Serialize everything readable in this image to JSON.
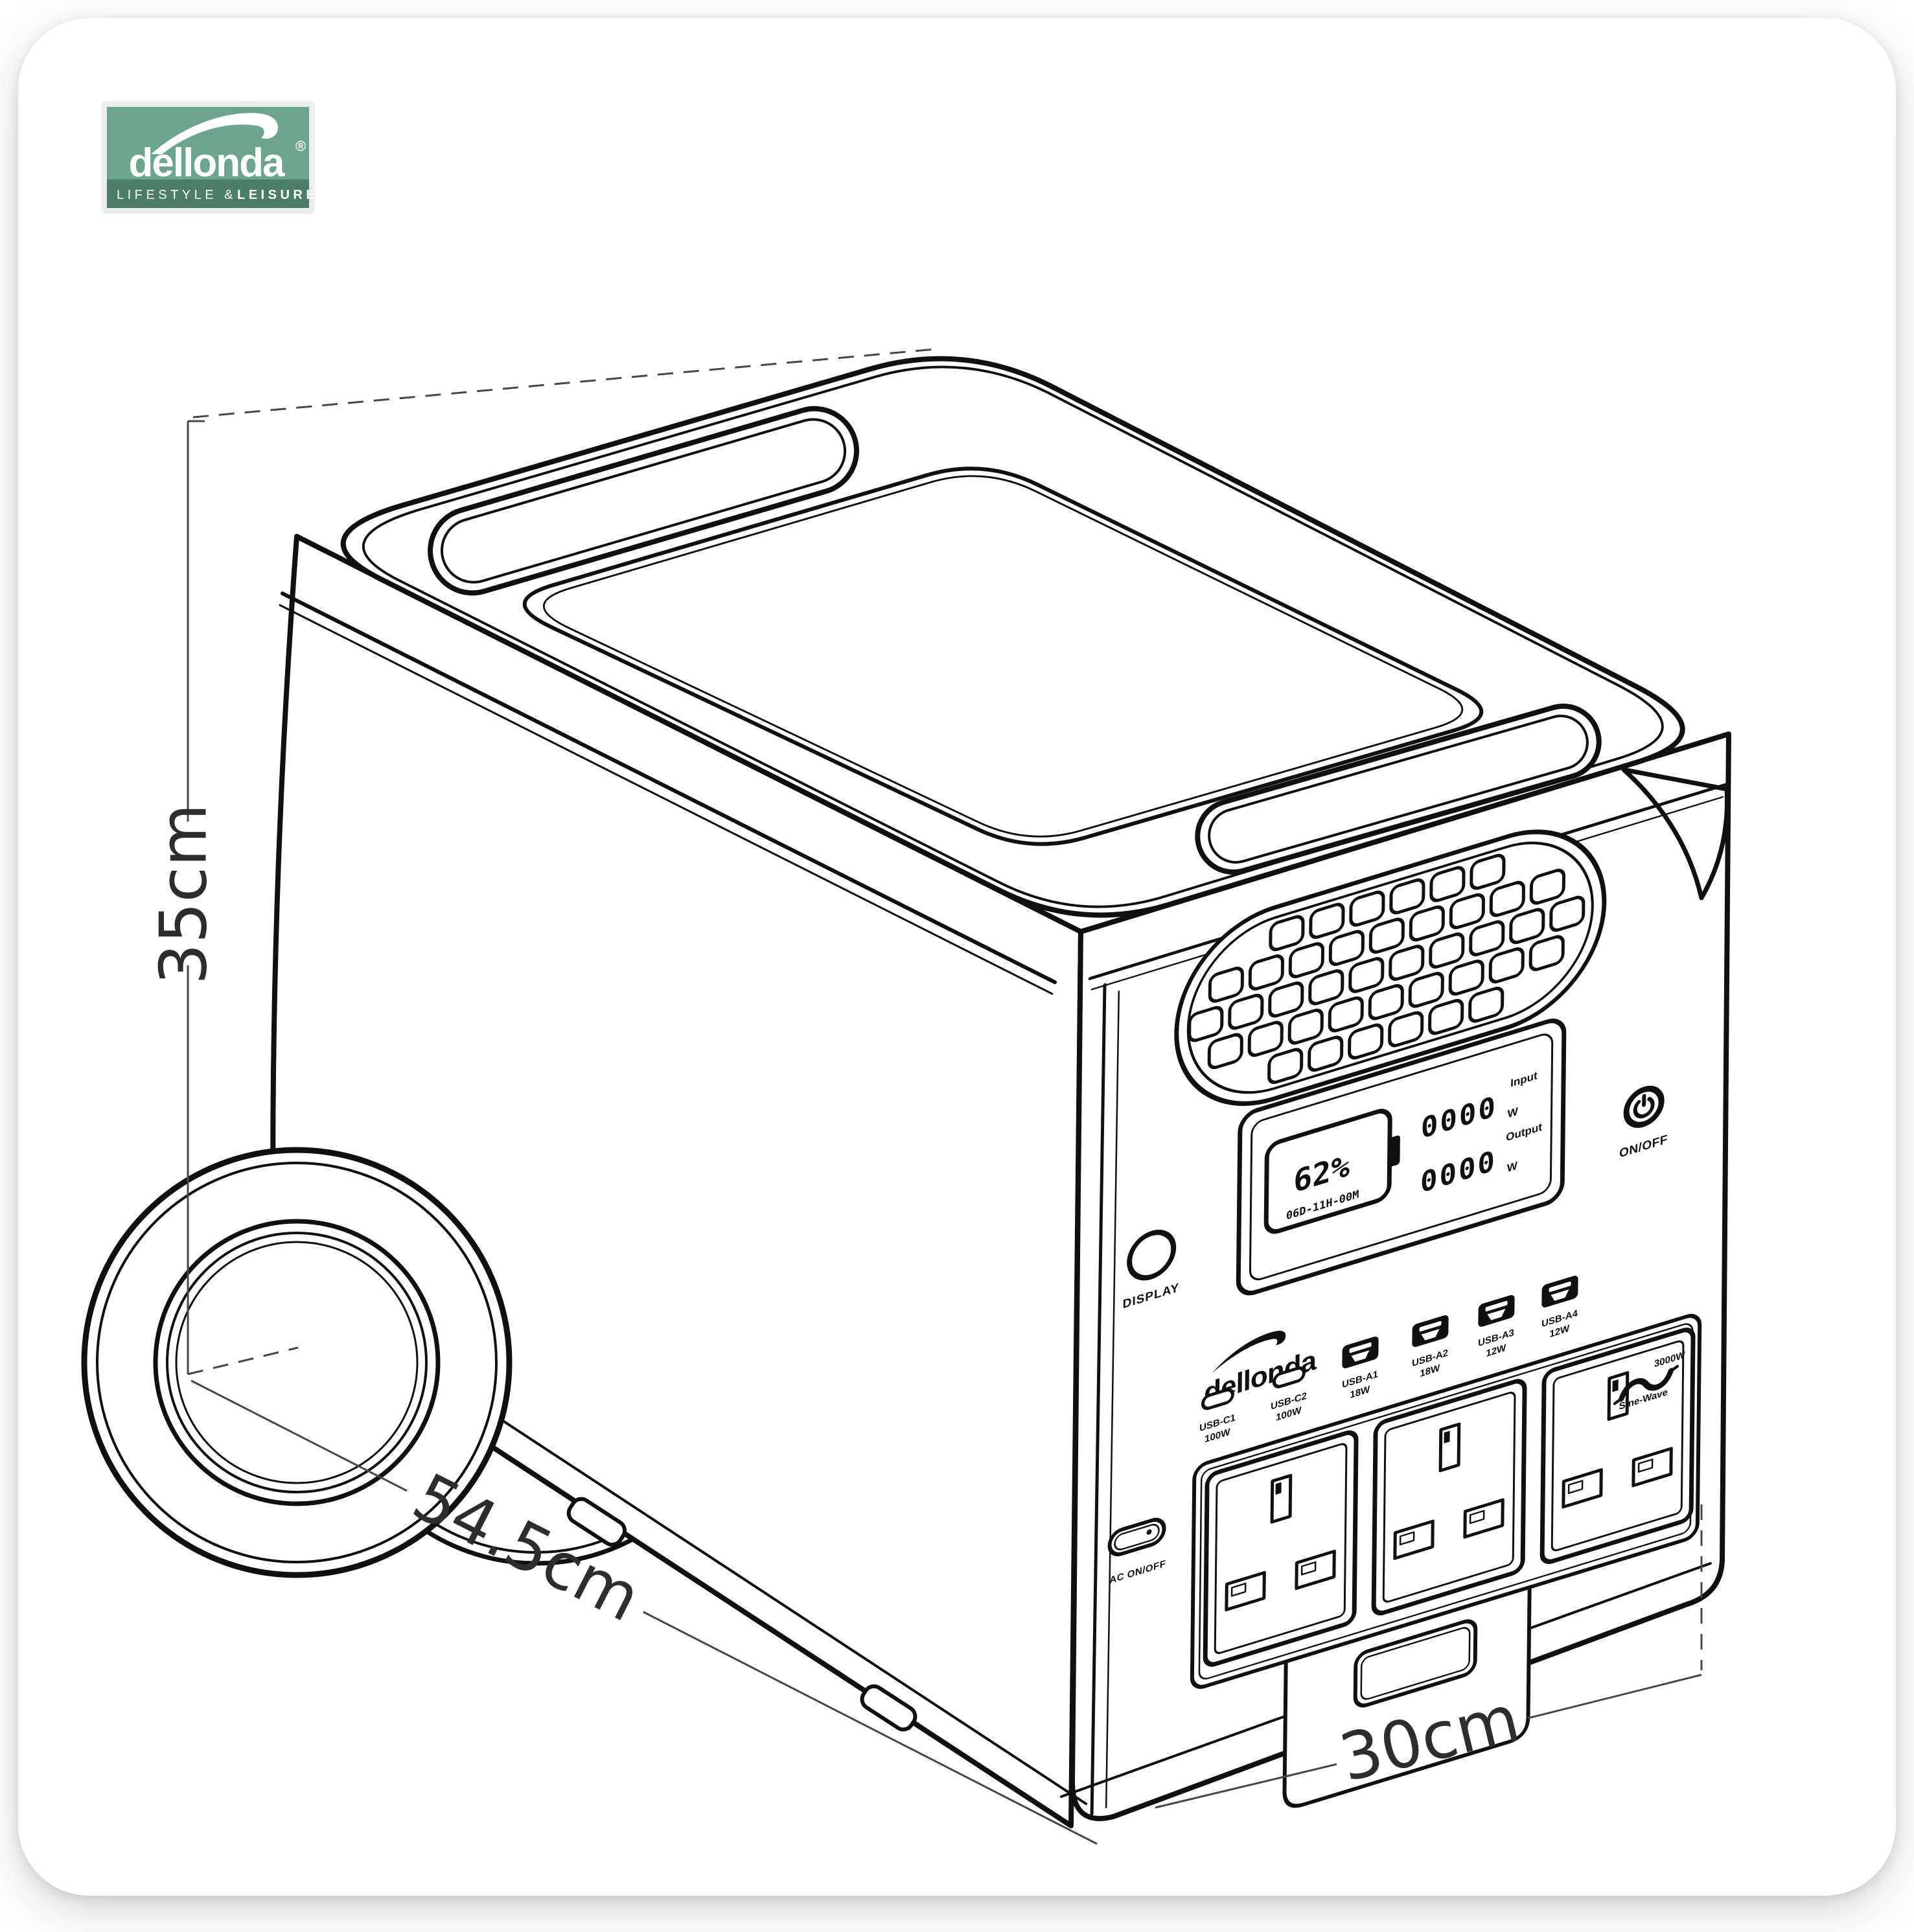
{
  "brand": {
    "name": "dellonda",
    "registered": "®",
    "tagline_light": "LIFESTYLE &",
    "tagline_bold": "LEISURE",
    "colors": {
      "green": "#6CA58C",
      "green_dark": "#4C7D66",
      "text": "#FFFFFF"
    }
  },
  "annotations": {
    "height": "35cm",
    "depth": "54.5cm",
    "width": "30cm"
  },
  "device": {
    "panel_brand": "dellonda",
    "display": {
      "battery_percent": "62%",
      "battery_time": "06D-11H-00M",
      "input_label": "Input",
      "input_value": "0000",
      "input_unit": "W",
      "output_label": "Output",
      "output_value": "0000",
      "output_unit": "W"
    },
    "buttons": {
      "display": "DISPLAY",
      "power": "ON/OFF",
      "ac": "AC ON/OFF"
    },
    "usb_ports": [
      {
        "label": "USB-C1",
        "power": "100W",
        "type": "usb-c"
      },
      {
        "label": "USB-C2",
        "power": "100W",
        "type": "usb-c"
      },
      {
        "label": "USB-A1",
        "power": "18W",
        "type": "usb-a"
      },
      {
        "label": "USB-A2",
        "power": "18W",
        "type": "usb-a"
      },
      {
        "label": "USB-A3",
        "power": "12W",
        "type": "usb-a"
      },
      {
        "label": "USB-A4",
        "power": "12W",
        "type": "usb-a"
      }
    ],
    "inverter": {
      "watts": "3000W",
      "type": "Sine-Wave"
    }
  }
}
